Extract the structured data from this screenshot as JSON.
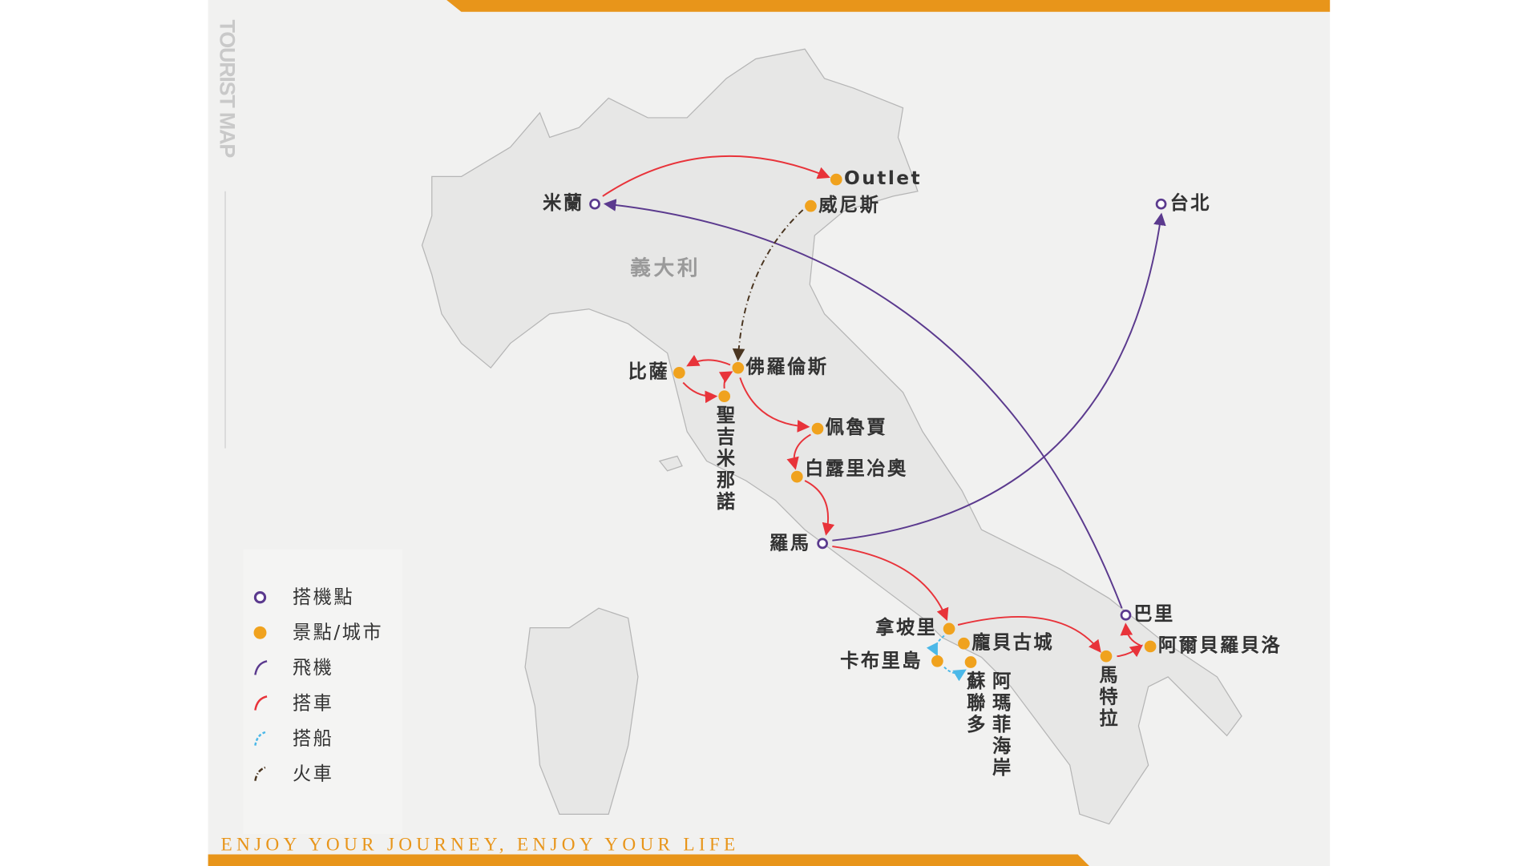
{
  "title": "TOURIST MAP",
  "slogan": "ENJOY YOUR JOURNEY, ENJOY YOUR LIFE",
  "country": "義大利",
  "colors": {
    "accent": "#e8951a",
    "airport": "#5b3a8e",
    "spot": "#f0a21e",
    "flight": "#5b3a8e",
    "car": "#e8333a",
    "boat": "#4bb8e8",
    "train": "#4a3520"
  },
  "airports": {
    "milan": "米蘭",
    "taipei": "台北",
    "rome": "羅馬",
    "bari": "巴里"
  },
  "spots": {
    "outlet": "Outlet",
    "venice": "威尼斯",
    "florence": "佛羅倫斯",
    "pisa": "比薩",
    "san_gimignano": "聖吉米那諾",
    "perugia": "佩魯賈",
    "bagnoregio": "白露里冶奧",
    "naples": "拿坡里",
    "pompeii": "龐貝古城",
    "capri": "卡布里島",
    "sorrento": "蘇聯多",
    "amalfi": "阿瑪菲海岸",
    "matera": "馬特拉",
    "alberobello": "阿爾貝羅貝洛"
  },
  "legend": [
    {
      "icon": "airport",
      "label": "搭機點"
    },
    {
      "icon": "spot",
      "label": "景點/城市"
    },
    {
      "icon": "flight",
      "label": "飛機"
    },
    {
      "icon": "car",
      "label": "搭車"
    },
    {
      "icon": "boat",
      "label": "搭船"
    },
    {
      "icon": "train",
      "label": "火車"
    }
  ]
}
